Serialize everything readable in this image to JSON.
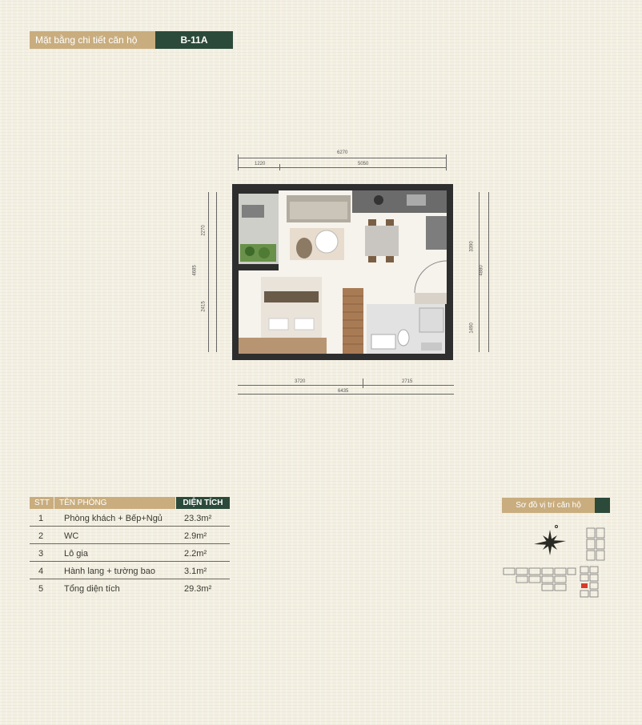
{
  "header": {
    "title": "Mặt bằng chi tiết căn hộ",
    "unit_code": "B-11A"
  },
  "plan": {
    "dims_top": {
      "total": "6270",
      "left": "1220",
      "right": "5050"
    },
    "dims_bottom": {
      "left": "3720",
      "right": "2715",
      "total": "6435"
    },
    "dims_left": {
      "total": "4685",
      "upper": "2270",
      "lower": "2415"
    },
    "dims_right": {
      "upper": "3390",
      "total": "4880",
      "lower": "1490"
    }
  },
  "table": {
    "headers": {
      "stt": "STT",
      "name": "TÊN PHÒNG",
      "area": "DIỆN TÍCH"
    },
    "rows": [
      {
        "stt": "1",
        "name": "Phòng khách + Bếp+Ngủ",
        "area": "23.3m²"
      },
      {
        "stt": "2",
        "name": "WC",
        "area": "2.9m²"
      },
      {
        "stt": "3",
        "name": "Lô gia",
        "area": "2.2m²"
      },
      {
        "stt": "4",
        "name": "Hành lang + tường bao",
        "area": "3.1m²"
      },
      {
        "stt": "5",
        "name": "Tổng diện tích",
        "area": "29.3m²"
      }
    ]
  },
  "location": {
    "title": "Sơ đồ vị trí căn hộ"
  },
  "colors": {
    "gold": "#c9ad7e",
    "green": "#2b4a3a",
    "highlight": "#d83a2a"
  }
}
